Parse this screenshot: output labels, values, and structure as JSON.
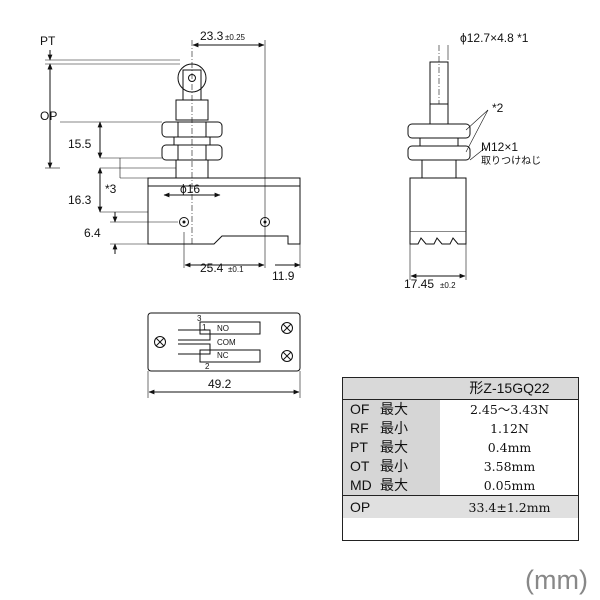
{
  "front_view": {
    "pt_label": "PT",
    "op_label": "OP",
    "dim_top": "23.3",
    "dim_top_tol": "±0.25",
    "dim_15_5": "15.5",
    "dim_16_3": "16.3",
    "note_3": "*3",
    "dim_6_4": "6.4",
    "dim_phi16": "ϕ16",
    "dim_25_4": "25.4",
    "dim_25_4_tol": "±0.1",
    "dim_11_9": "11.9"
  },
  "side_view": {
    "dim_roller": "ϕ12.7×4.8 *1",
    "note_2": "*2",
    "thread": "M12×1",
    "thread_jp": "取りつけねじ",
    "dim_17_45": "17.45",
    "dim_17_45_tol": "±0.2"
  },
  "bottom_view": {
    "t3": "3",
    "t1": "1",
    "t2": "2",
    "no": "NO",
    "com": "COM",
    "nc": "NC",
    "dim_49_2": "49.2"
  },
  "spec_table": {
    "header": "形Z-15GQ22",
    "rows": [
      {
        "param": "OF",
        "qual": "最大",
        "value": "2.45～3.43N"
      },
      {
        "param": "RF",
        "qual": "最小",
        "value": "1.12N"
      },
      {
        "param": "PT",
        "qual": "最大",
        "value": "0.4mm"
      },
      {
        "param": "OT",
        "qual": "最小",
        "value": "3.58mm"
      },
      {
        "param": "MD",
        "qual": "最大",
        "value": "0.05mm"
      }
    ],
    "op_row": {
      "param": "OP",
      "value": "33.4±1.2mm"
    }
  },
  "unit_label": "(mm)"
}
